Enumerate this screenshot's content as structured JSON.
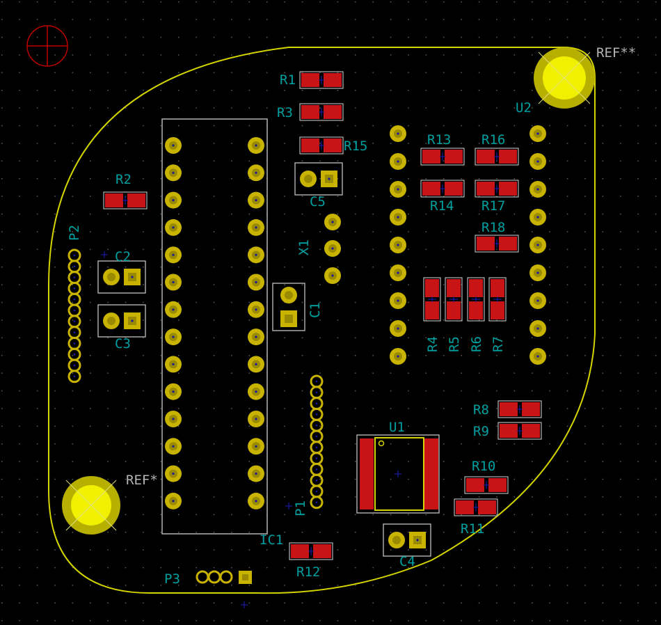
{
  "colors": {
    "background": "#000000",
    "grid": "#5f5f5f",
    "outline": "#d4d400",
    "pad": "#c8b400",
    "pad_dark": "#9a8a00",
    "pad_hole": "#1a1aa0",
    "smd_pad": "#c81414",
    "silk_cyan": "#00a0a0",
    "silk_gray": "#b4b4b4",
    "origin": "#c00000",
    "mount_hole": "#f0f000"
  },
  "labels": {
    "ref_top": "REF**",
    "ref_bottom": "REF*",
    "u2": "U2",
    "r1": "R1",
    "r3": "R3",
    "r15": "R15",
    "r2": "R2",
    "r13": "R13",
    "r16": "R16",
    "r14": "R14",
    "r17": "R17",
    "r18": "R18",
    "c5": "C5",
    "x1": "X1",
    "c1": "C1",
    "c2": "C2",
    "c3": "C3",
    "p2": "P2",
    "p1": "P1",
    "p3": "P3",
    "r4": "R4",
    "r5": "R5",
    "r6": "R6",
    "r7": "R7",
    "r8": "R8",
    "r9": "R9",
    "u1": "U1",
    "r10": "R10",
    "r11": "R11",
    "c4": "C4",
    "r12": "R12",
    "ic1": "IC1"
  }
}
